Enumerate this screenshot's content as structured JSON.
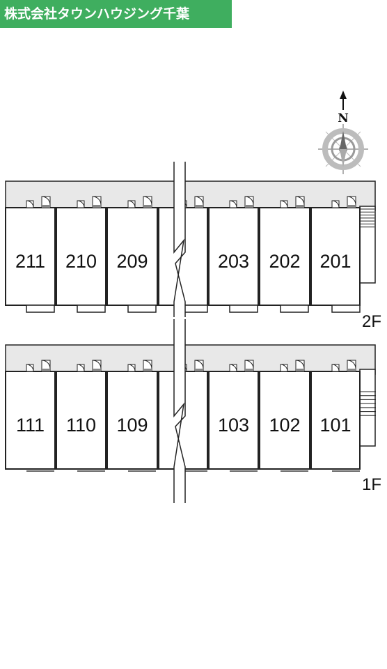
{
  "header": {
    "company_name": "株式会社タウンハウジング千葉"
  },
  "compass": {
    "north_label": "N"
  },
  "floors": [
    {
      "label": "2F",
      "units": [
        "211",
        "210",
        "209",
        "203",
        "202",
        "201"
      ]
    },
    {
      "label": "1F",
      "units": [
        "111",
        "110",
        "109",
        "103",
        "102",
        "101"
      ]
    }
  ],
  "colors": {
    "banner": "#3fae5f",
    "corridor": "#e8e8e8",
    "line": "#222222"
  }
}
